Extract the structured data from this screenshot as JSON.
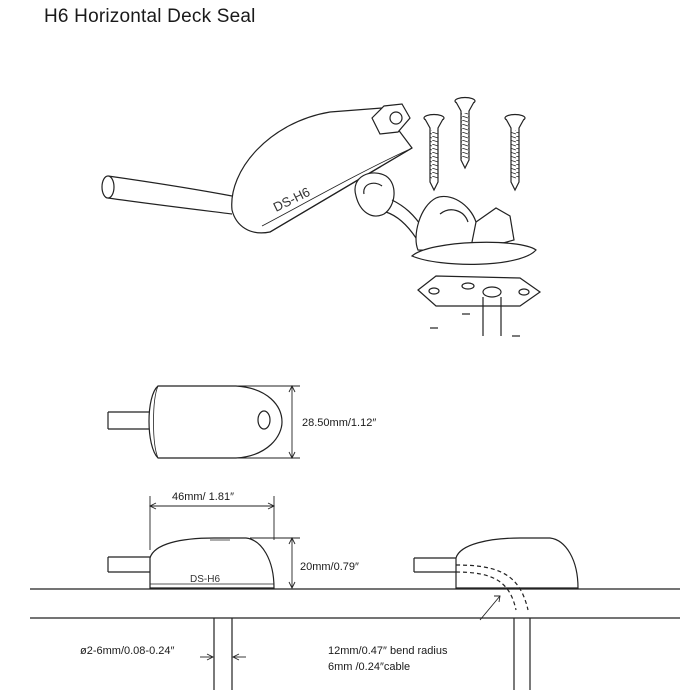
{
  "title": "H6 Horizontal Deck Seal",
  "product_marking": "DS-H6",
  "dimensions": {
    "height_top": "28.50mm/1.12″",
    "length": "46mm/ 1.81″",
    "height_side": "20mm/0.79″",
    "cable_diameter": "ø2-6mm/0.08-0.24″",
    "bend_radius": "12mm/0.47″ bend radius",
    "cable_note": "6mm /0.24″cable"
  }
}
